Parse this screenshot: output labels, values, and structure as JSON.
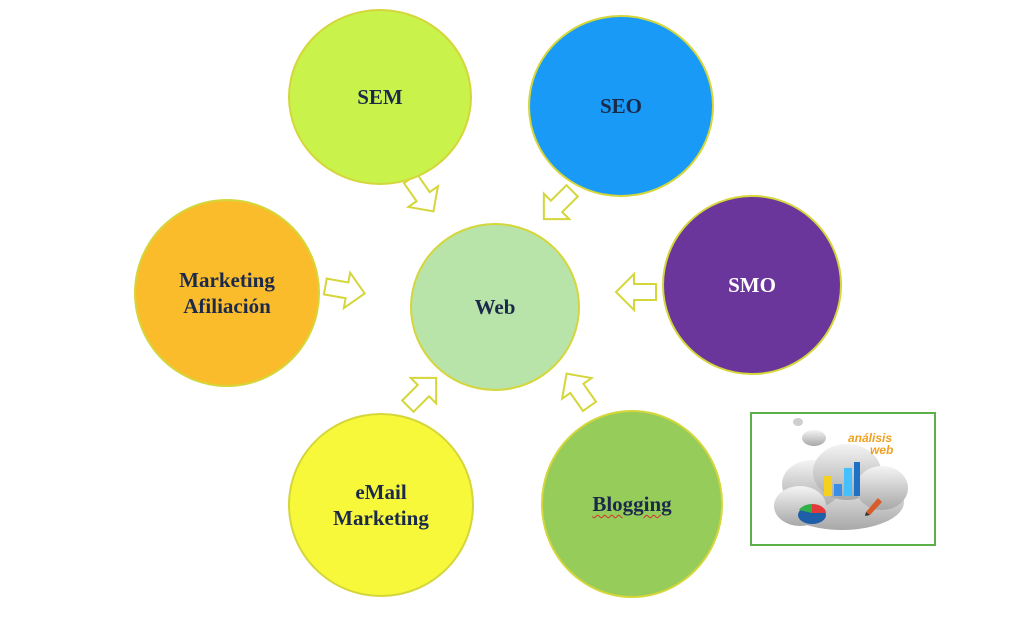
{
  "diagram": {
    "center": {
      "label": "Web",
      "color": "#b9e4a9"
    },
    "nodes": [
      {
        "id": "sem",
        "label": "SEM",
        "color": "#c9f24a"
      },
      {
        "id": "seo",
        "label": "SEO",
        "color": "#1a9af7"
      },
      {
        "id": "smo",
        "label": "SMO",
        "color": "#6b369c"
      },
      {
        "id": "blogging",
        "label": "Blogging",
        "color": "#96cc5a"
      },
      {
        "id": "email",
        "label": "eMail\nMarketing",
        "color": "#f8f83a"
      },
      {
        "id": "afiliacion",
        "label": "Marketing\nAfiliación",
        "color": "#fbbc2c"
      }
    ],
    "arrow_color": "#d4d63a"
  },
  "thumbnail": {
    "text_line1": "análisis",
    "text_line2": "web",
    "icons": [
      "cloud-icon",
      "bar-chart-icon",
      "pie-chart-icon",
      "pencil-icon"
    ]
  }
}
